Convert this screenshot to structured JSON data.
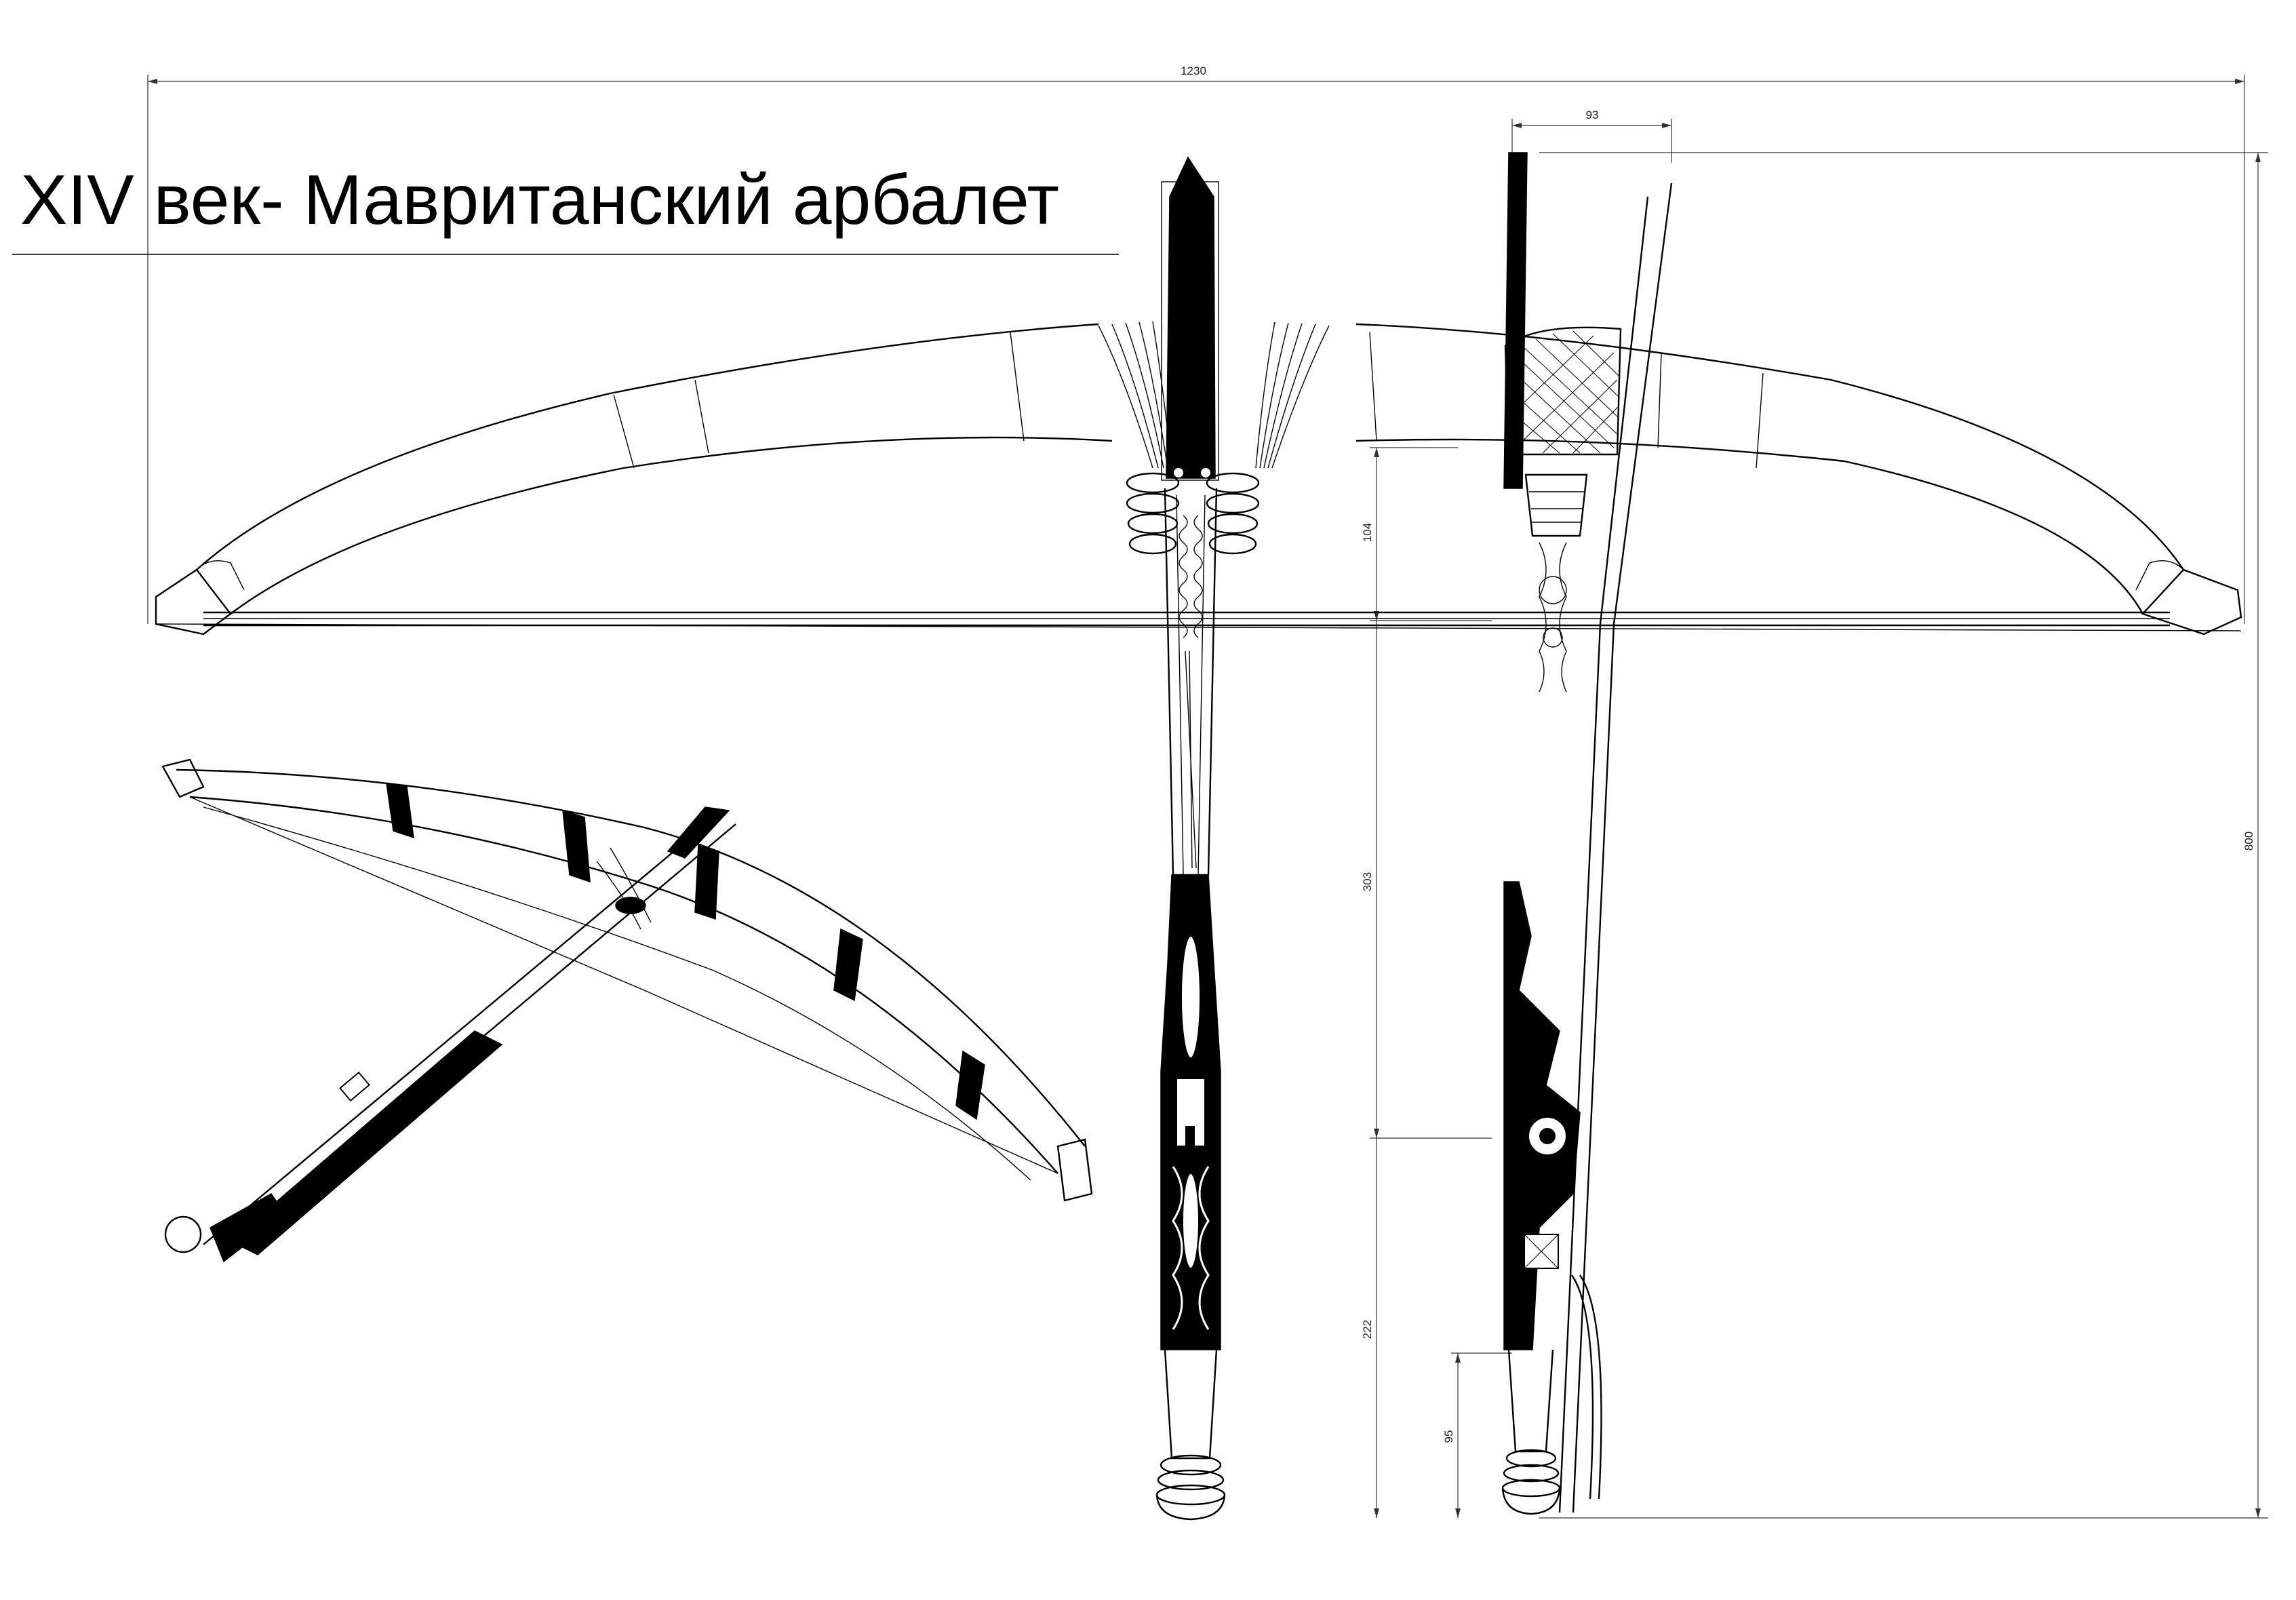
{
  "title": "XIV век- Мавританский арбалет",
  "dimensions": {
    "total_width": "1230",
    "stock_width": "93",
    "total_length": "800",
    "segment_a": "104",
    "segment_b": "303",
    "segment_c": "222",
    "segment_d": "95"
  },
  "colors": {
    "ink": "#000000",
    "paper": "#ffffff"
  }
}
